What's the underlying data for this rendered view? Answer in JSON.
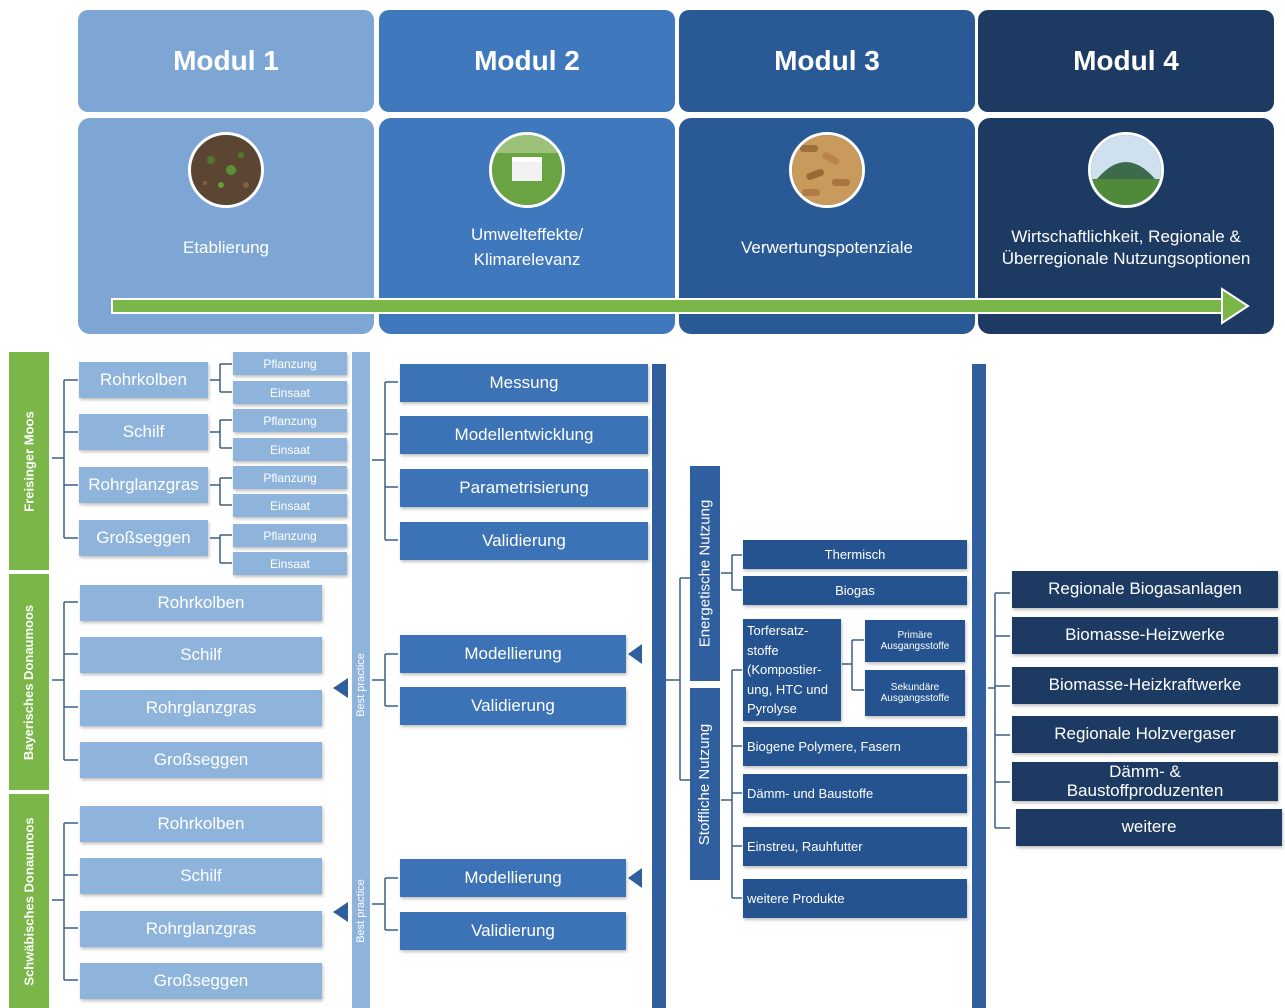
{
  "modules": [
    {
      "title": "Modul 1",
      "text": "Etablierung",
      "photo_icon": "soil-seedlings-photo-icon",
      "color": "#7ea6d4"
    },
    {
      "title": "Modul 2",
      "text": "Umwelteffekte/\nKlimarelevanz",
      "photo_icon": "measurement-box-field-photo-icon",
      "color": "#3f78bc"
    },
    {
      "title": "Modul 3",
      "text": "Verwertungspotenziale",
      "photo_icon": "pellets-photo-icon",
      "color": "#2a5a96"
    },
    {
      "title": "Modul 4",
      "text": "Wirtschaftlichkeit, Regionale &\nÜberregionale Nutzungsoptionen",
      "photo_icon": "biogas-plant-photo-icon",
      "color": "#1d3a63"
    }
  ],
  "arrow_color": "#7ab648",
  "regions": [
    {
      "label": "Freisinger Moos",
      "color": "#7ab648",
      "plants": [
        "Rohrkolben",
        "Schilf",
        "Rohrglanzgras",
        "Großseggen"
      ],
      "methods": [
        "Pflanzung",
        "Einsaat"
      ]
    },
    {
      "label": "Bayerisches Donaumoos",
      "color": "#7ab648",
      "plants": [
        "Rohrkolben",
        "Schilf",
        "Rohrglanzgras",
        "Großseggen"
      ]
    },
    {
      "label": "Schwäbisches Donaumoos",
      "color": "#7ab648",
      "plants": [
        "Rohrkolben",
        "Schilf",
        "Rohrglanzgras",
        "Großseggen"
      ]
    }
  ],
  "best_practice": "Best practice",
  "module2_steps": [
    "Messung",
    "Modellentwicklung",
    "Parametrisierung",
    "Validierung"
  ],
  "module2_sub": [
    "Modellierung",
    "Validierung"
  ],
  "usage": {
    "energy": {
      "label": "Energetische Nutzung",
      "items": [
        "Thermisch",
        "Biogas"
      ]
    },
    "material": {
      "label": "Stoffliche Nutzung",
      "torf": "Torfersatz-\nstoffe\n(Kompostier-\nung, HTC und\nPyrolyse",
      "torf_sub": [
        "Primäre\nAusgangsstoffe",
        "Sekundäre\nAusgangsstoffe"
      ],
      "items": [
        "Biogene Polymere, Fasern",
        "Dämm- und Baustoffe",
        "Einstreu, Rauhfutter",
        "weitere Produkte"
      ]
    }
  },
  "options": [
    "Regionale Biogasanlagen",
    "Biomasse-Heizwerke",
    "Biomasse-Heizkraftwerke",
    "Regionale Holzvergaser",
    "Dämm- &\nBaustoffproduzenten",
    "weitere"
  ]
}
